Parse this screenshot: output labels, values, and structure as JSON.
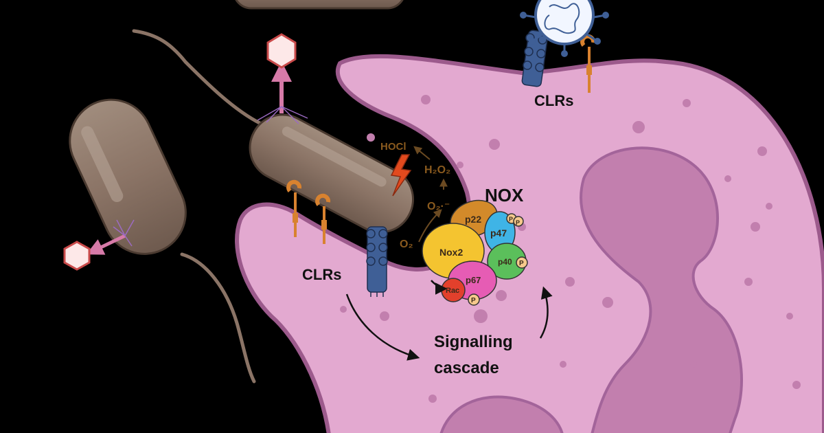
{
  "labels": {
    "clrs_top": "CLRs",
    "clrs_left": "CLRs",
    "nox": "NOX",
    "signalling_line1": "Signalling",
    "signalling_line2": "cascade"
  },
  "chemicals": {
    "hocl": "HOCl",
    "h2o2": "H₂O₂",
    "superoxide": "O₂·⁻",
    "o2": "O₂"
  },
  "nox_subunits": {
    "p22": "p22",
    "p47": "p47",
    "nox2": "Nox2",
    "p40": "p40",
    "p67": "p67",
    "rac": "Rac",
    "phospho": "P"
  },
  "colors": {
    "background": "#000000",
    "cell_fill": "#e3a9d0",
    "cell_outline": "#9c5a8c",
    "nucleus": "#c27fae",
    "bacterium": "#8b7466",
    "receptor_blue": "#3f5f96",
    "receptor_orange": "#d8822f"
  },
  "icons": [
    "bacterium-icon",
    "phage-icon",
    "virus-icon",
    "lightning-icon",
    "receptor-icon"
  ]
}
